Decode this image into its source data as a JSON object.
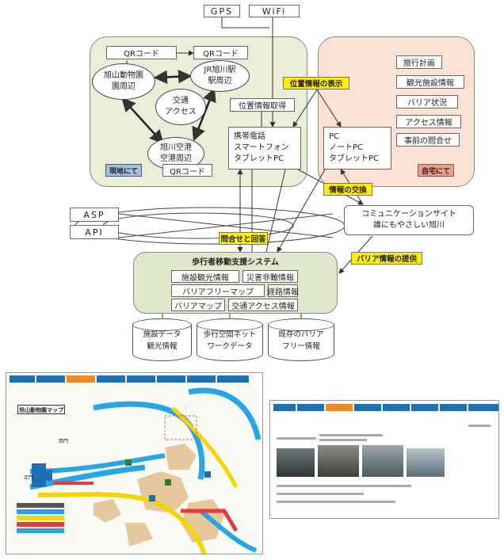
{
  "top_inputs": {
    "gps": "GPS",
    "wifi": "WiFi"
  },
  "left_region": {
    "qr_top_left": "QRコード",
    "qr_top_right": "QRコード",
    "zoo_gate": [
      "旭山動物園",
      "園周辺"
    ],
    "jr_station": [
      "JR旭川駅",
      "駅周辺"
    ],
    "transport": [
      "交通",
      "アクセス"
    ],
    "airport": [
      "旭川空港",
      "空港周辺"
    ],
    "qr_bottom": "QRコード",
    "label_onsite": "現地にて",
    "location_acquire": "位置情報取得",
    "mobile_devices": [
      "携帯電話",
      "スマートフォン",
      "タブレットPC"
    ]
  },
  "right_region": {
    "items": [
      "旅行計画",
      "観光施設情報",
      "バリア状況",
      "アクセス情報",
      "事前の問合せ"
    ],
    "pc_devices": [
      "PC",
      "ノートPC",
      "タブレットPC"
    ],
    "label_home": "自宅にて"
  },
  "callouts": {
    "location_display": "位置情報の表示",
    "info_exchange": "情報の交換",
    "inquiry_answer": "問合せと回答",
    "barrier_provision": "バリア情報の提供"
  },
  "network": {
    "asp": "ASP",
    "api": "API",
    "community_site": [
      "コミュニケーションサイト",
      "誰にもやさしい旭川"
    ]
  },
  "system": {
    "title": "歩行者移動支援システム",
    "rows": [
      [
        "施設観光情報",
        "災害非難情報"
      ],
      [
        "バリアフリーマップ",
        "経路情報"
      ],
      [
        "バリアマップ",
        "交通アクセス情報"
      ]
    ]
  },
  "databases": [
    [
      "施設データ",
      "観光情報"
    ],
    [
      "歩行空間ネット",
      "ワークデータ"
    ],
    [
      "既存のバリア",
      "フリー情報"
    ]
  ],
  "screenshot_left": {
    "map_title": "旭山動物園マップ",
    "gate_label": "西門",
    "main_gate": "正門"
  }
}
